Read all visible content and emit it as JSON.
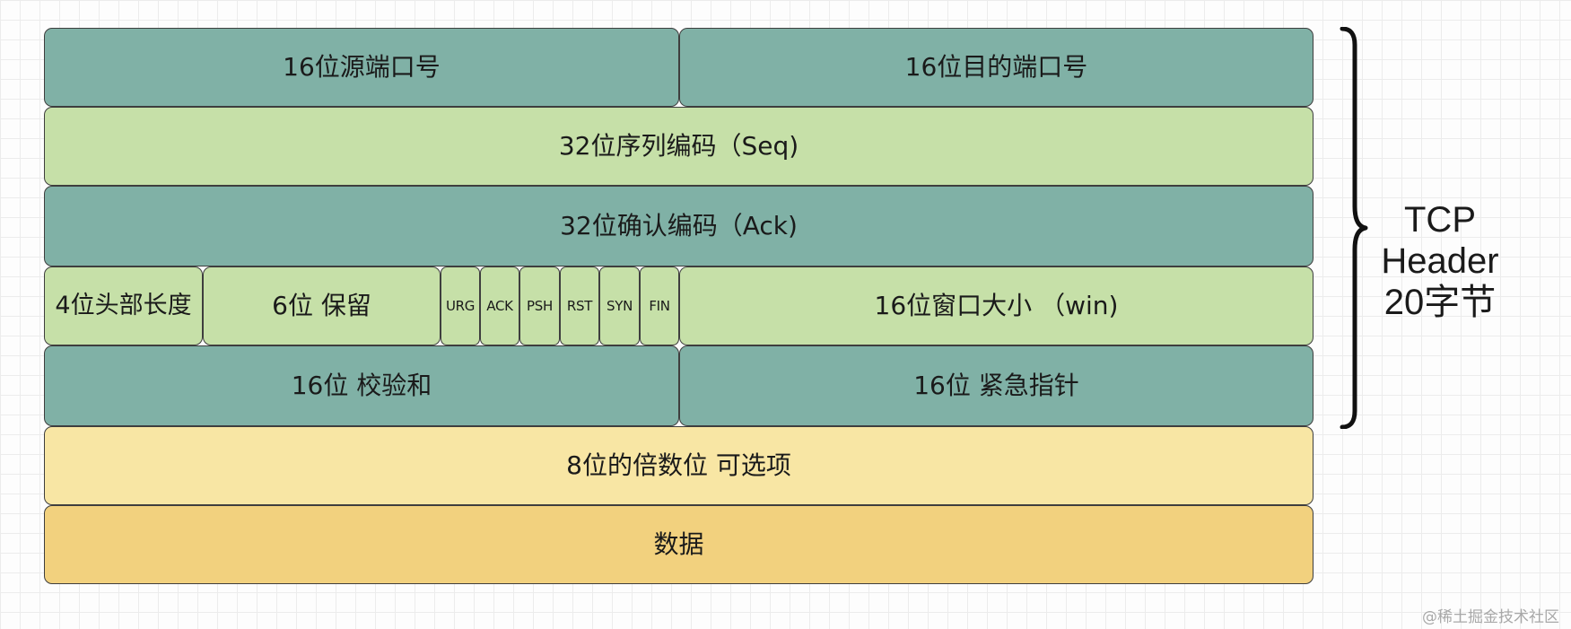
{
  "diagram": {
    "row1": {
      "src_port": "16位源端口号",
      "dst_port": "16位目的端口号"
    },
    "row2": {
      "seq": "32位序列编码（Seq)"
    },
    "row3": {
      "ack": "32位确认编码（Ack)"
    },
    "row4": {
      "header_len": "4位头部长度",
      "reserved": "6位 保留",
      "flags": [
        "URG",
        "ACK",
        "PSH",
        "RST",
        "SYN",
        "FIN"
      ],
      "window": "16位窗口大小 （win)"
    },
    "row5": {
      "checksum": "16位 校验和",
      "urgent_ptr": "16位 紧急指针"
    },
    "row6": {
      "options": "8位的倍数位 可选项"
    },
    "row7": {
      "data": "数据"
    }
  },
  "annotation": {
    "line1": "TCP",
    "line2": "Header",
    "line3": "20字节"
  },
  "watermark": "@稀土掘金技术社区",
  "colors": {
    "teal": "#80b1a6",
    "green": "#c6e0a8",
    "yellow": "#f8e6a4",
    "orange": "#f2d17e"
  }
}
